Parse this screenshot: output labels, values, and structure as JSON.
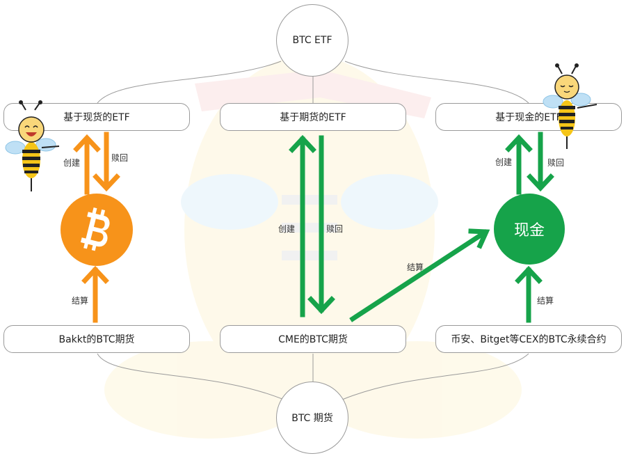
{
  "top_node": {
    "label": "BTC ETF"
  },
  "bottom_node": {
    "label": "BTC 期货"
  },
  "etf_boxes": [
    {
      "label": "基于现货的ETF"
    },
    {
      "label": "基于期货的ETF"
    },
    {
      "label": "基于现金的ETF"
    }
  ],
  "futures_boxes": [
    {
      "label": "Bakkt的BTC期货"
    },
    {
      "label": "CME的BTC期货"
    },
    {
      "label": "币安、Bitget等CEX的BTC永续合约"
    }
  ],
  "cash_node": {
    "label": "现金"
  },
  "arrow_labels": {
    "create": "创建",
    "redeem": "赎回",
    "settle": "结算"
  },
  "colors": {
    "orange": "#f7931a",
    "green": "#16a34a",
    "line": "#9a9a9a"
  },
  "icons": [
    "bitcoin-icon",
    "bee-mascot-icon"
  ]
}
